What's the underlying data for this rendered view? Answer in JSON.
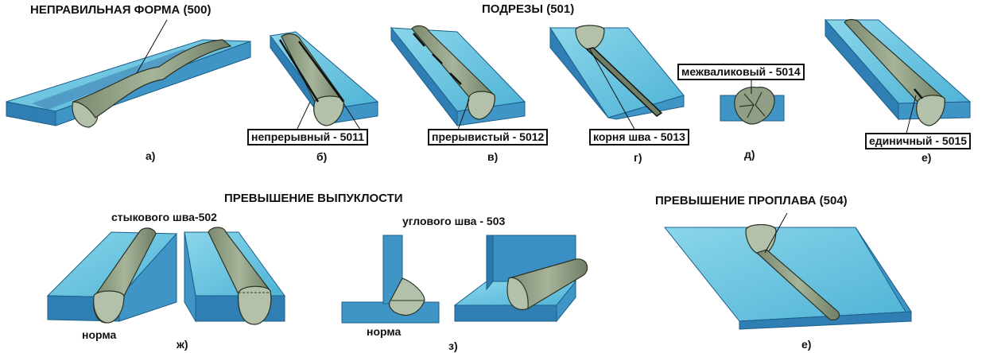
{
  "headings": {
    "irregular_shape": "НЕПРАВИЛЬНАЯ ФОРМА (500)",
    "undercuts": "ПОДРЕЗЫ  (501)",
    "excess_convexity": "ПРЕВЫШЕНИЕ ВЫПУКЛОСТИ",
    "excess_penetration": "ПРЕВЫШЕНИЕ ПРОПЛАВА (504)"
  },
  "callouts": {
    "continuous": "непрерывный - 5011",
    "intermittent": "прерывистый - 5012",
    "root": "корня шва - 5013",
    "interbead": "межваликовый - 5014",
    "single": "единичный - 5015"
  },
  "captions": {
    "butt_weld": "стыкового шва-502",
    "fillet_weld": "углового шва - 503",
    "norm_butt": "норма",
    "norm_fillet": "норма"
  },
  "letters": [
    "а)",
    "б)",
    "в)",
    "г)",
    "д)",
    "е)",
    "ж)",
    "з)",
    "е)"
  ],
  "colors": {
    "plate_top": "#5cc0dc",
    "plate_front": "#2f7fb4",
    "plate_side": "#3f95c6",
    "bead": "#8f9e84",
    "bead_end": "#b4c1aa"
  }
}
